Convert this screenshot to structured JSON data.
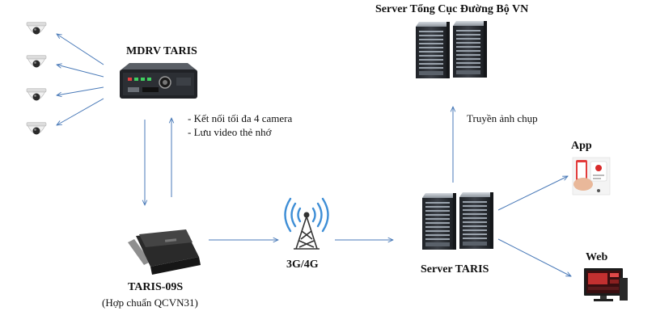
{
  "nodes": {
    "mdrv": {
      "title": "MDRV TARIS"
    },
    "taris09s": {
      "title": "TARIS-09S",
      "subtitle": "(Hợp chuẩn QCVN31)"
    },
    "network": {
      "title": "3G/4G"
    },
    "server_taris": {
      "title": "Server TARIS"
    },
    "server_vn": {
      "title": "Server Tổng Cục Đường Bộ VN"
    },
    "app": {
      "title": "App"
    },
    "web": {
      "title": "Web"
    }
  },
  "notes": {
    "camera_line1": "- Kết nối tối đa 4 camera",
    "camera_line2": "- Lưu video thẻ nhớ",
    "upload": "Truyền ảnh chụp"
  },
  "cameras": [
    {
      "icon": "dome-camera-icon"
    },
    {
      "icon": "dome-camera-icon"
    },
    {
      "icon": "dome-camera-icon"
    },
    {
      "icon": "dome-camera-icon"
    }
  ],
  "colors": {
    "arrow": "#4a7ab8",
    "server": "#2a2d33",
    "server_light": "#b9c0c8",
    "accent_red": "#d82a2a"
  }
}
